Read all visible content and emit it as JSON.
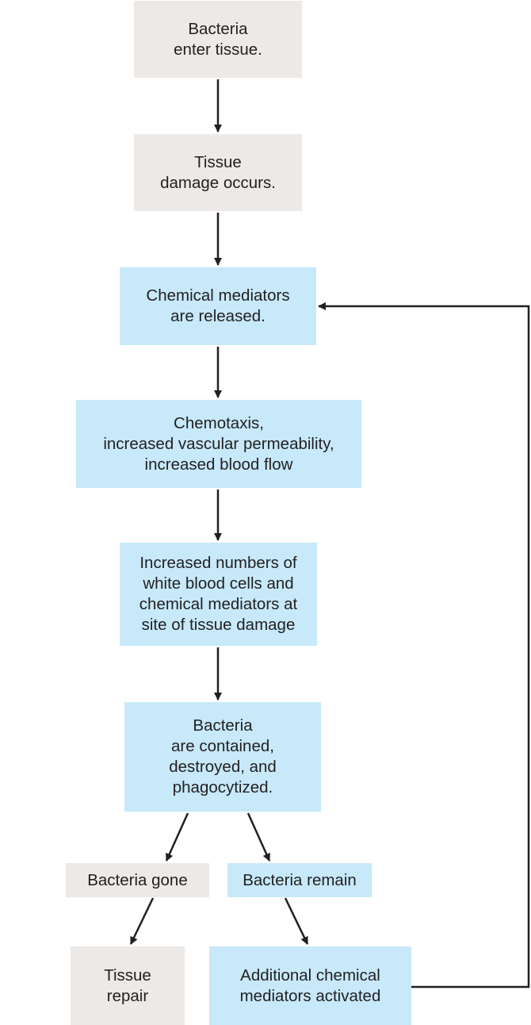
{
  "diagram": {
    "type": "flowchart",
    "colors": {
      "neutral_box": "#ede9e6",
      "blue_box": "#c7e9fa",
      "arrow": "#231f20",
      "text": "#231f20"
    },
    "nodes": [
      {
        "id": "bacteria-enter",
        "text": "Bacteria\nenter tissue.",
        "style": "neutral"
      },
      {
        "id": "tissue-damage",
        "text": "Tissue\ndamage occurs.",
        "style": "neutral"
      },
      {
        "id": "mediators-released",
        "text": "Chemical mediators\nare released.",
        "style": "blue"
      },
      {
        "id": "chemotaxis",
        "text": "Chemotaxis,\nincreased vascular permeability,\nincreased blood flow",
        "style": "blue"
      },
      {
        "id": "increased-wbc",
        "text": "Increased numbers of\nwhite blood cells and\nchemical mediators at\nsite of tissue damage",
        "style": "blue"
      },
      {
        "id": "bacteria-contained",
        "text": "Bacteria\nare contained,\ndestroyed, and\nphagocytized.",
        "style": "blue"
      },
      {
        "id": "bacteria-gone",
        "text": "Bacteria gone",
        "style": "neutral"
      },
      {
        "id": "bacteria-remain",
        "text": "Bacteria remain",
        "style": "blue"
      },
      {
        "id": "tissue-repair",
        "text": "Tissue\nrepair",
        "style": "neutral"
      },
      {
        "id": "additional-mediators",
        "text": "Additional chemical\nmediators activated",
        "style": "blue"
      }
    ],
    "edges": [
      {
        "from": "bacteria-enter",
        "to": "tissue-damage"
      },
      {
        "from": "tissue-damage",
        "to": "mediators-released"
      },
      {
        "from": "mediators-released",
        "to": "chemotaxis"
      },
      {
        "from": "chemotaxis",
        "to": "increased-wbc"
      },
      {
        "from": "increased-wbc",
        "to": "bacteria-contained"
      },
      {
        "from": "bacteria-contained",
        "to": "bacteria-gone"
      },
      {
        "from": "bacteria-contained",
        "to": "bacteria-remain"
      },
      {
        "from": "bacteria-gone",
        "to": "tissue-repair"
      },
      {
        "from": "bacteria-remain",
        "to": "additional-mediators"
      },
      {
        "from": "additional-mediators",
        "to": "mediators-released",
        "kind": "feedback-loop"
      }
    ]
  }
}
